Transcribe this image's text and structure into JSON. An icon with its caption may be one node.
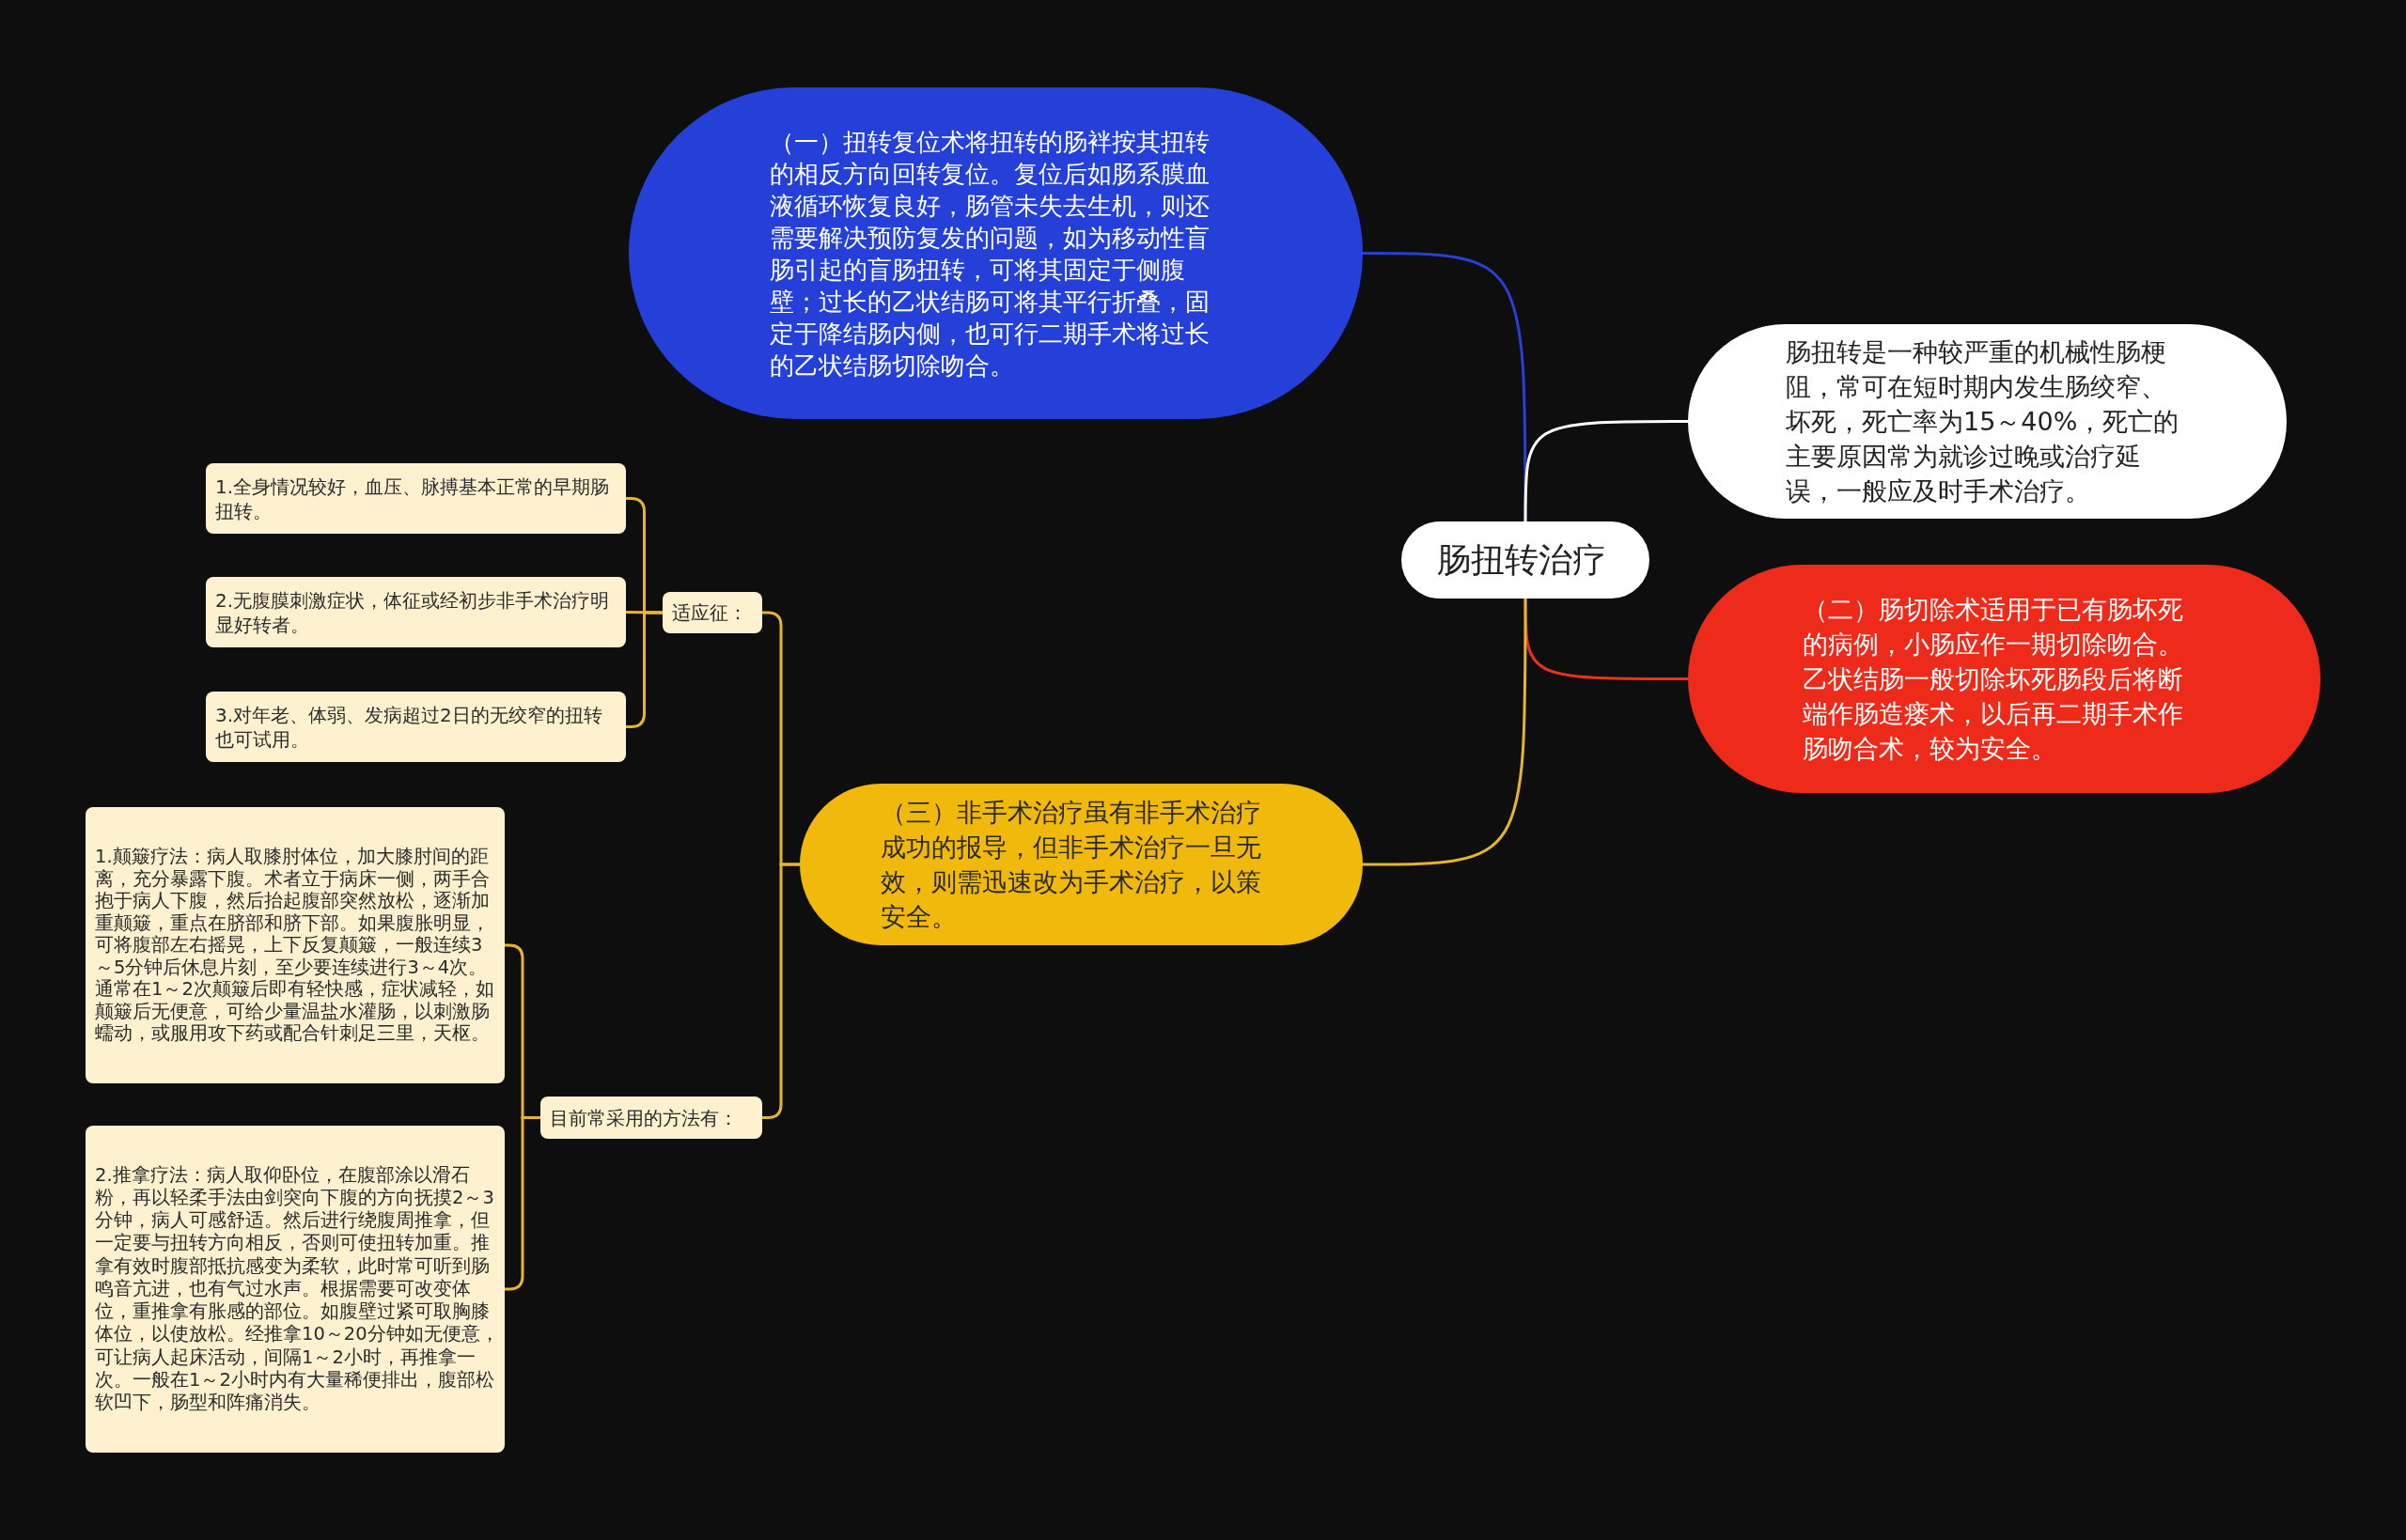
{
  "diagram": {
    "nodes": [
      {
        "text": [
          "肠扭转治疗"
        ]
      },
      {
        "text": [
          "（一）扭转复位术将扭转的肠袢按其扭转的相反方向回转复位。复位后如肠系膜血液循环恢复良好，肠管未失去生机，则还需要解决预防复发的问题，如为移动性盲肠引起的盲肠扭转，可将其固定于侧腹壁；过长的乙状结肠可将其平行折叠，固定于降结肠内侧，也可行二期手术将过长的乙状结肠切除吻合。"
        ]
      },
      {
        "text": [
          "肠扭转是一种较严重的机械性肠梗阻，常可在短时期内发生肠绞窄、坏死，死亡率为15～40%，死亡的主要原因常为就诊过晚或治疗延误，一般应及时手术治疗。"
        ]
      },
      {
        "text": [
          "（二）肠切除术适用于已有肠坏死的病例，小肠应作一期切除吻合。乙状结肠一般切除坏死肠段后将断端作肠造瘘术，以后再二期手术作肠吻合术，较为安全。"
        ]
      },
      {
        "text": [
          "（三）非手术治疗虽有非手术治疗成功的报导，但非手术治疗一旦无效，则需迅速改为手术治疗，以策安全。"
        ]
      },
      {
        "text": [
          "适应征："
        ]
      },
      {
        "text": [
          "1.全身情况较好，血压、脉搏基本正常的早期肠扭转。"
        ]
      },
      {
        "text": [
          "2.无腹膜刺激症状，体征或经初步非手术治疗明显好转者。"
        ]
      },
      {
        "text": [
          "3.对年老、体弱、发病超过2日的无绞窄的扭转也可试用。"
        ]
      },
      {
        "text": [
          "目前常采用的方法有："
        ]
      },
      {
        "text": [
          "1.颠簸疗法：病人取膝肘体位，加大膝肘间的距离，充分暴露下腹。术者立于病床一侧，两手合抱于病人下腹，然后抬起腹部突然放松，逐渐加重颠簸，重点在脐部和脐下部。如果腹胀明显，可将腹部左右摇晃，上下反复颠簸，一般连续3～5分钟后休息片刻，至少要连续进行3～4次。通常在1～2次颠簸后即有轻快感，症状减轻，如颠簸后无便意，可给少量温盐水灌肠，以刺激肠蠕动，或服用攻下药或配合针刺足三里，天枢。"
        ]
      },
      {
        "text": [
          "2.推拿疗法：病人取仰卧位，在腹部涂以滑石粉，再以轻柔手法由剑突向下腹的方向抚摸2～3分钟，病人可感舒适。然后进行绕腹周推拿，但一定要与扭转方向相反，否则可使扭转加重。推拿有效时腹部抵抗感变为柔软，此时常可听到肠鸣音亢进，也有气过水声。根据需要可改变体位，重推拿有胀感的部位。如腹壁过紧可取胸膝体位，以使放松。经推拿10～20分钟如无便意，可让病人起床活动，间隔1～2小时，再推拿一次。一般在1～2小时内有大量稀便排出，腹部松软凹下，肠型和阵痛消失。"
        ]
      }
    ],
    "edges": [
      {
        "from": 0,
        "to": 1,
        "arrow": "none",
        "color": "#2a3fd6"
      },
      {
        "from": 0,
        "to": 2,
        "arrow": "none",
        "color": "#ffffff"
      },
      {
        "from": 0,
        "to": 3,
        "arrow": "none",
        "color": "#e8321e"
      },
      {
        "from": 0,
        "to": 4,
        "arrow": "none"
      },
      {
        "from": 4,
        "to": 5,
        "arrow": "none"
      },
      {
        "from": 4,
        "to": 9,
        "arrow": "none"
      },
      {
        "from": 5,
        "to": 6,
        "arrow": "none"
      },
      {
        "from": 5,
        "to": 7,
        "arrow": "none"
      },
      {
        "from": 5,
        "to": 8,
        "arrow": "none"
      },
      {
        "from": 9,
        "to": 10,
        "arrow": "none"
      },
      {
        "from": 9,
        "to": 11,
        "arrow": "none"
      }
    ]
  }
}
